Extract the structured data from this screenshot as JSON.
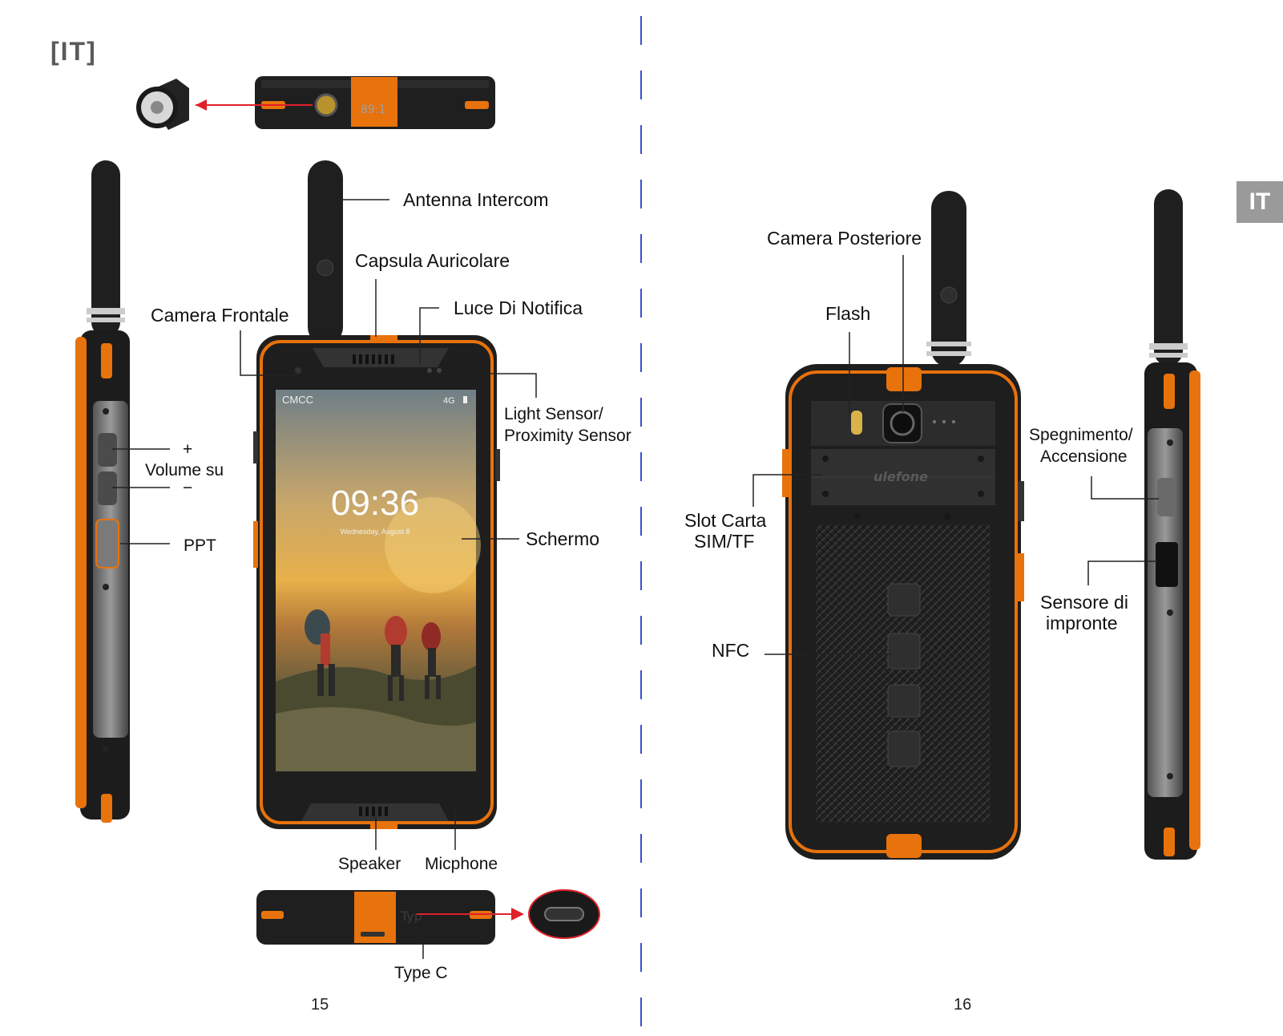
{
  "language_tag": "[IT]",
  "side_tab": "IT",
  "front_labels": {
    "antenna": "Antenna Intercom",
    "earpiece": "Capsula Auricolare",
    "notification": "Luce Di Notifica",
    "front_camera": "Camera Frontale",
    "light_sensor_1": "Light Sensor/",
    "light_sensor_2": "Proximity Sensor",
    "screen": "Schermo",
    "speaker": "Speaker",
    "mic": "Micphone",
    "type_c": "Type C"
  },
  "side_labels": {
    "vol_plus": "+",
    "volume": "Volume su",
    "vol_minus": "−",
    "ptt": "PPT"
  },
  "back_labels": {
    "rear_camera": "Camera Posteriore",
    "flash": "Flash",
    "sim_1": "Slot Carta",
    "sim_2": "SIM/TF",
    "nfc": "NFC",
    "power_1": "Spegnimento/",
    "power_2": "Accensione",
    "fingerprint_1": "Sensore di",
    "fingerprint_2": "impronte"
  },
  "phone_screen": {
    "carrier": "CMCC",
    "signal": "4G",
    "time": "09:36",
    "date": "Wednesday, August 8"
  },
  "brand": "ulefone",
  "top_edge_text": "89:1",
  "bottom_edge_text": "Typ",
  "page_numbers": {
    "left": "15",
    "right": "16"
  },
  "colors": {
    "accent": "#e8720c",
    "body": "#1e1e1e",
    "divider": "#3a4fd0",
    "tab": "#9a9a9a"
  }
}
